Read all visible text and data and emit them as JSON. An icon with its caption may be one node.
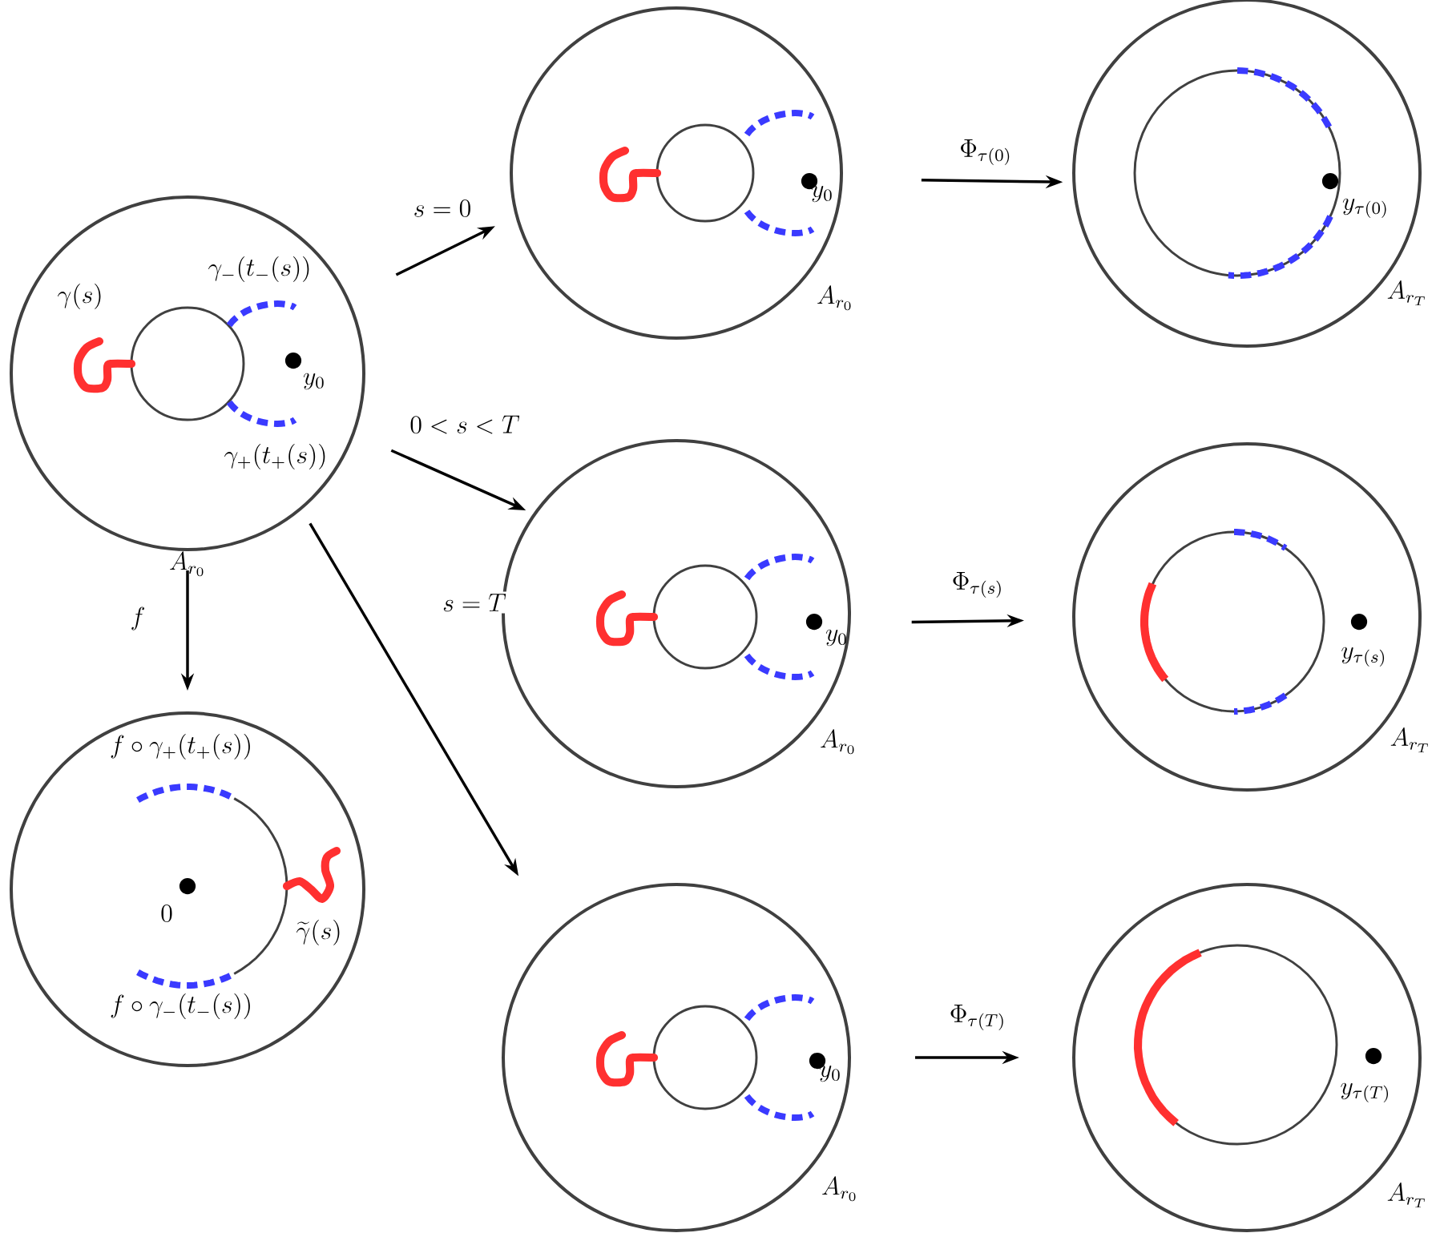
{
  "diagram": {
    "nodes": [
      {
        "text": [
          "\\gamma(s)",
          "\\gamma_-(t_-(s))",
          "y_0",
          "\\gamma_+(t_+(s))"
        ],
        "beside": [
          "A_{r_0}"
        ]
      },
      {
        "text": [
          "y_0"
        ],
        "beside": [
          "A_{r_0}"
        ]
      },
      {
        "text": [
          "y_{\\tau(0)}"
        ],
        "beside": [
          "A_{r_T}"
        ]
      },
      {
        "text": [
          "y_0"
        ],
        "beside": [
          "A_{r_0}"
        ]
      },
      {
        "text": [
          "y_{\\tau(s)}"
        ],
        "beside": [
          "A_{r_T}"
        ]
      },
      {
        "text": [
          "f\\circ\\gamma_+(t_+(s))",
          "0",
          "\\widetilde{\\gamma}(s)",
          "f\\circ\\gamma_-(t_-(s))"
        ]
      },
      {
        "text": [
          "y_0"
        ],
        "beside": [
          "A_{r_0}"
        ]
      },
      {
        "text": [
          "y_{\\tau(T)}"
        ],
        "beside": [
          "A_{r_T}"
        ]
      }
    ],
    "edges": [
      {
        "from": 0,
        "to": 1,
        "arrow": "to",
        "label": "s=0"
      },
      {
        "from": 0,
        "to": 3,
        "arrow": "to",
        "label": "0<s<T"
      },
      {
        "from": 0,
        "to": 6,
        "arrow": "to",
        "label": "s=T"
      },
      {
        "from": 0,
        "to": 5,
        "arrow": "to",
        "label": "f"
      },
      {
        "from": 1,
        "to": 2,
        "arrow": "to",
        "label": "\\Phi_{\\tau(0)}"
      },
      {
        "from": 3,
        "to": 4,
        "arrow": "to",
        "label": "\\Phi_{\\tau(s)}"
      },
      {
        "from": 6,
        "to": 7,
        "arrow": "to",
        "label": "\\Phi_{\\tau(T)}"
      }
    ]
  }
}
